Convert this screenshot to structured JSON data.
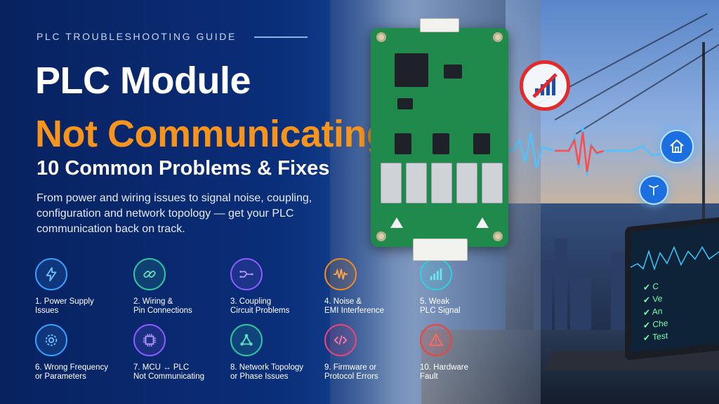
{
  "header": {
    "eyebrow": "PLC TROUBLESHOOTING GUIDE",
    "title_line1": "PLC Module",
    "title_line2": "Not Communicating",
    "subtitle": "10 Common Problems & Fixes",
    "description": "From power and wiring issues to signal noise, coupling, configuration and network topology — get your PLC communication back on track."
  },
  "features": [
    {
      "label": "1. Power Supply\nIssues",
      "icon": "lightning-icon",
      "color": "#3aa0ff"
    },
    {
      "label": "2. Wiring &\nPin Connections",
      "icon": "link-icon",
      "color": "#2fc7a0"
    },
    {
      "label": "3. Coupling\nCircuit Problems",
      "icon": "circuit-icon",
      "color": "#8a5cff"
    },
    {
      "label": "4. Noise &\nEMI Interference",
      "icon": "waveform-icon",
      "color": "#f08a24"
    },
    {
      "label": "5. Weak\nPLC Signal",
      "icon": "signal-bars-icon",
      "color": "#2fd0e0"
    },
    {
      "label": "6. Wrong Frequency\nor Parameters",
      "icon": "gear-icon",
      "color": "#3aa0ff"
    },
    {
      "label": "7. MCU ↔ PLC\nNot Communicating",
      "icon": "chip-icon",
      "color": "#8a5cff"
    },
    {
      "label": "8. Network Topology\nor Phase Issues",
      "icon": "network-icon",
      "color": "#2fc7a0"
    },
    {
      "label": "9. Firmware or\nProtocol Errors",
      "icon": "code-icon",
      "color": "#e8467c"
    },
    {
      "label": "10. Hardware\nFault",
      "icon": "warning-icon",
      "color": "#e8463a"
    }
  ],
  "laptop": {
    "checks": [
      "✔ C",
      "✔ Ve",
      "✔ An",
      "✔ Che",
      "✔ Test"
    ]
  },
  "colors": {
    "accent_orange": "#f7941d",
    "background": "#0b2a6b"
  }
}
